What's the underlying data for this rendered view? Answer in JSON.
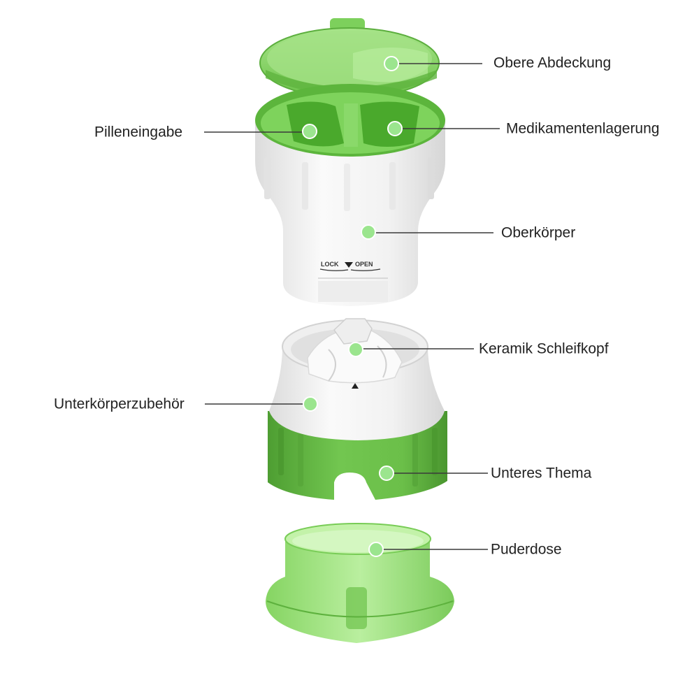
{
  "product_markings": {
    "lock": "LOCK",
    "open": "OPEN"
  },
  "labels": {
    "top_cover": "Obere Abdeckung",
    "pill_input": "Pilleneingabe",
    "medication_storage": "Medikamentenlagerung",
    "upper_body": "Oberkörper",
    "ceramic_grinding_head": "Keramik Schleifkopf",
    "lower_body_accessory": "Unterkörperzubehör",
    "lower_thread": "Unteres Thema",
    "powder_box": "Puderdose"
  },
  "colors": {
    "green": "#6cc24a",
    "green_dark": "#4fa834",
    "green_light": "#a9e58f",
    "white_part": "#f4f4f4",
    "grey_shadow": "#d8d8d8",
    "dot": "#9be58e",
    "leader_line": "#3a3a3a",
    "text": "#222222"
  }
}
